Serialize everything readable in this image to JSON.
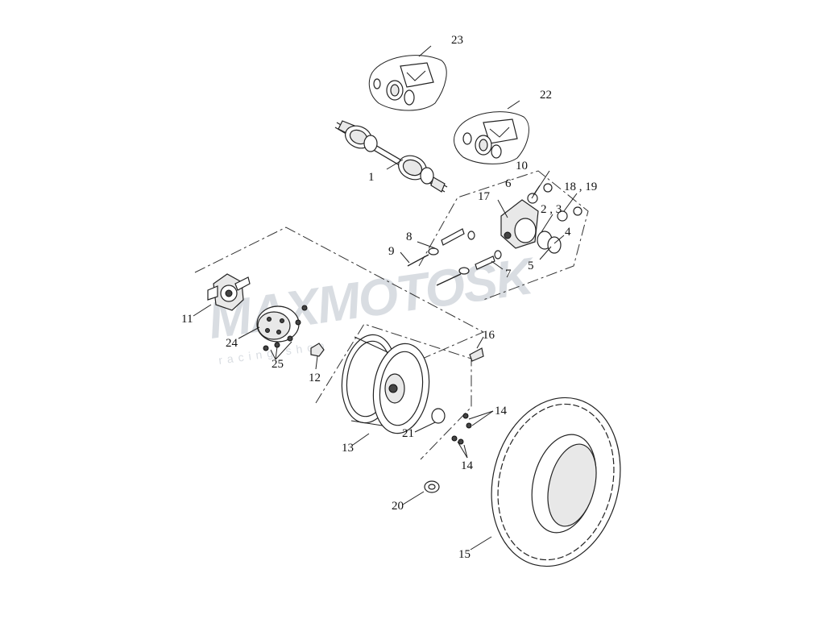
{
  "watermark": {
    "brand": "MAXMOTOSK",
    "tagline": "racing shop"
  },
  "callouts": [
    {
      "id": "callout-1",
      "text": "1"
    },
    {
      "id": "callout-2-3",
      "text": "2 , 3"
    },
    {
      "id": "callout-4",
      "text": "4"
    },
    {
      "id": "callout-5",
      "text": "5"
    },
    {
      "id": "callout-6",
      "text": "6"
    },
    {
      "id": "callout-7",
      "text": "7"
    },
    {
      "id": "callout-8",
      "text": "8"
    },
    {
      "id": "callout-9",
      "text": "9"
    },
    {
      "id": "callout-10",
      "text": "10"
    },
    {
      "id": "callout-11",
      "text": "11"
    },
    {
      "id": "callout-12",
      "text": "12"
    },
    {
      "id": "callout-13",
      "text": "13"
    },
    {
      "id": "callout-14a",
      "text": "14"
    },
    {
      "id": "callout-14b",
      "text": "14"
    },
    {
      "id": "callout-15",
      "text": "15"
    },
    {
      "id": "callout-16",
      "text": "16"
    },
    {
      "id": "callout-17",
      "text": "17"
    },
    {
      "id": "callout-18-19",
      "text": "18 , 19"
    },
    {
      "id": "callout-20",
      "text": "20"
    },
    {
      "id": "callout-21",
      "text": "21"
    },
    {
      "id": "callout-22",
      "text": "22"
    },
    {
      "id": "callout-23",
      "text": "23"
    },
    {
      "id": "callout-24",
      "text": "24"
    },
    {
      "id": "callout-25",
      "text": "25"
    }
  ]
}
